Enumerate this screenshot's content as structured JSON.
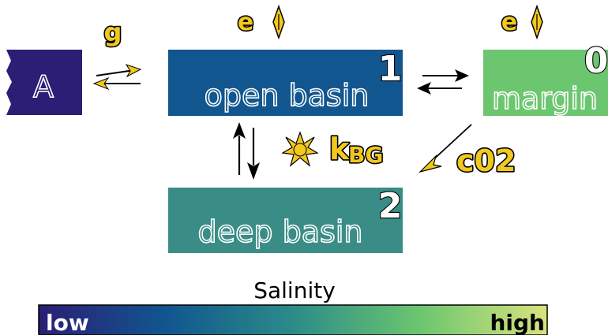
{
  "reservoirs": {
    "A": {
      "label": "A",
      "color": "#2b1e74"
    },
    "open_basin": {
      "label": "open basin",
      "number": "1",
      "color": "#11568f"
    },
    "margin": {
      "label": "margin",
      "number": "0",
      "color": "#6cc66f"
    },
    "deep_basin": {
      "label": "deep basin",
      "number": "2",
      "color": "#3a8d86"
    }
  },
  "fluxes": {
    "g": "g",
    "e_open": "e",
    "e_margin": "e",
    "k_main": "k",
    "k_sub": "BG",
    "co2": "c02"
  },
  "colorbar": {
    "title": "Salinity",
    "low": "low",
    "high": "high",
    "colors": [
      "#2b1e74",
      "#11568f",
      "#2c8b89",
      "#6cc66f",
      "#d8e27e"
    ]
  },
  "accent_color": "#f2c81e"
}
